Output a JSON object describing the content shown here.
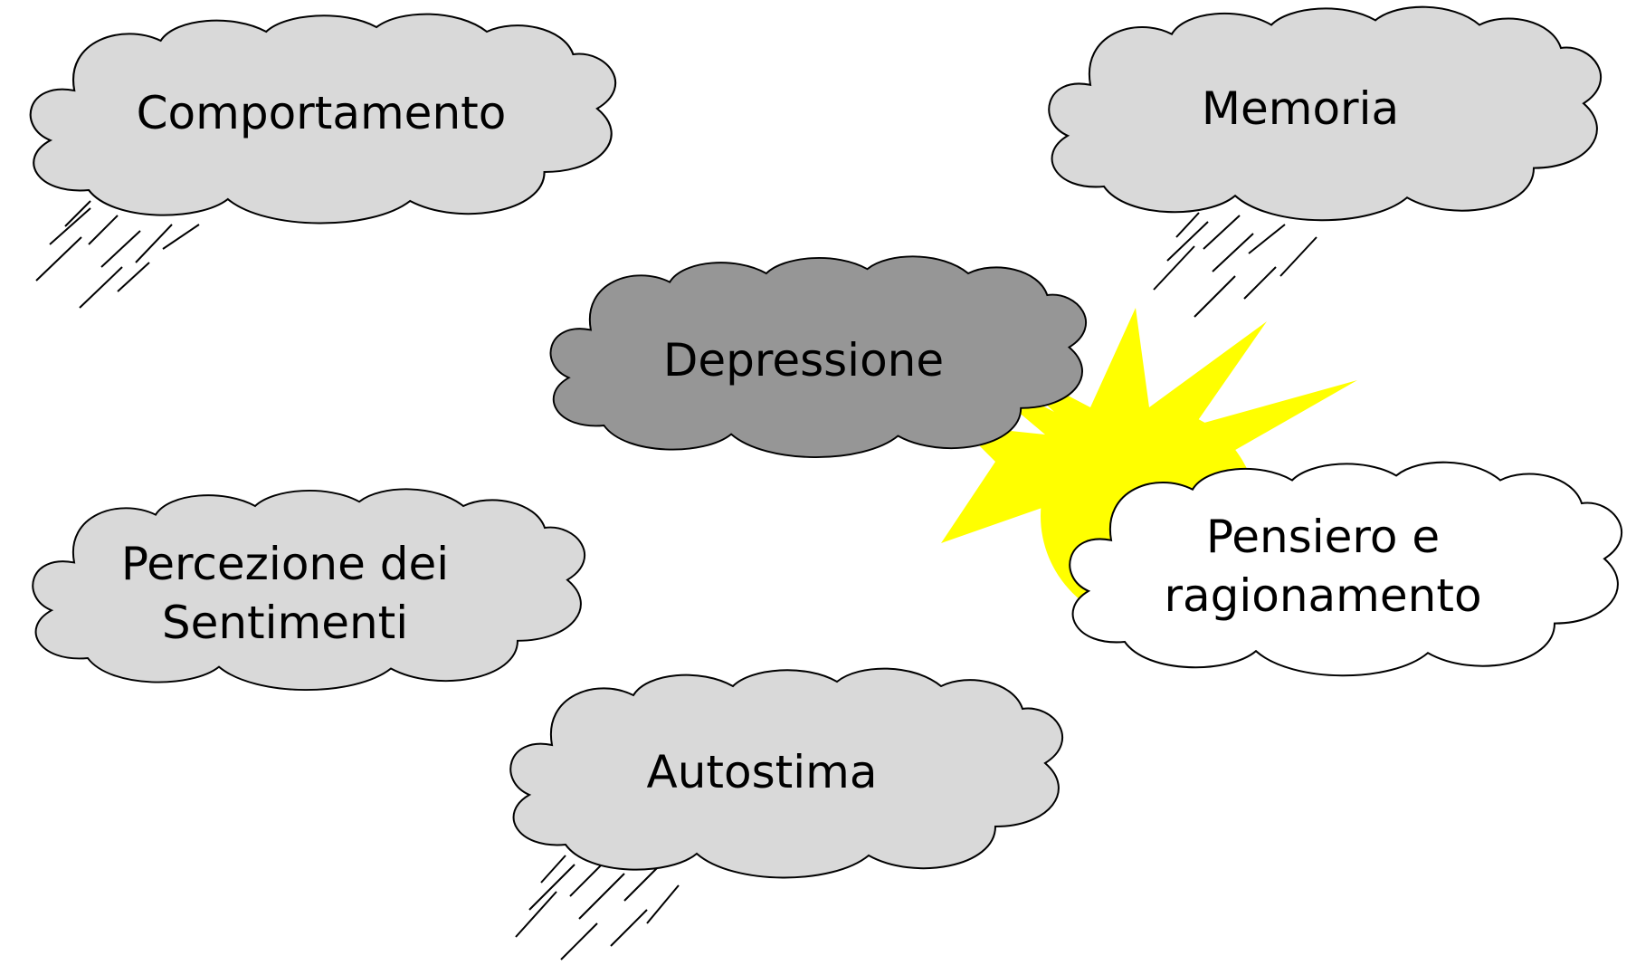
{
  "colors": {
    "background": "#ffffff",
    "cloud_light": "#d9d9d9",
    "cloud_dark": "#969696",
    "cloud_white": "#ffffff",
    "outline": "#000000",
    "sun": "#ffff00"
  },
  "clouds": {
    "comportamento": {
      "label": "Comportamento",
      "fill": "light",
      "rain": true
    },
    "memoria": {
      "label": "Memoria",
      "fill": "light",
      "rain": true
    },
    "depressione": {
      "label": "Depressione",
      "fill": "dark",
      "rain": false
    },
    "percezione": {
      "line1": "Percezione dei",
      "line2": "Sentimenti",
      "fill": "light",
      "rain": false
    },
    "autostima": {
      "label": "Autostima",
      "fill": "light",
      "rain": true
    },
    "pensiero": {
      "line1": "Pensiero e",
      "line2": "ragionamento",
      "fill": "white",
      "rain": false
    }
  },
  "sun": {
    "visible": true,
    "icon": "sun-icon"
  },
  "rain": {
    "icon": "rain-icon"
  }
}
